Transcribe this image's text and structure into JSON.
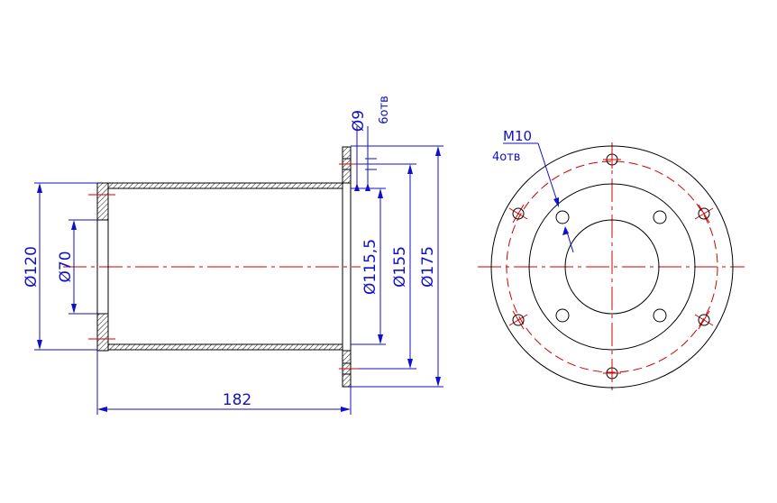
{
  "dimensions": {
    "length": "182",
    "flange_outer": "Ø175",
    "bolt_circle": "Ø155",
    "bore": "Ø115,5",
    "tube_outer": "Ø120",
    "inner_flange": "Ø70",
    "hole_size": "Ø9",
    "hole_count": "6отв",
    "thread": "M10",
    "thread_count": "4отв"
  },
  "colors": {
    "geometry": "#000000",
    "centerline": "#d00000",
    "dimension": "#1010c8"
  }
}
